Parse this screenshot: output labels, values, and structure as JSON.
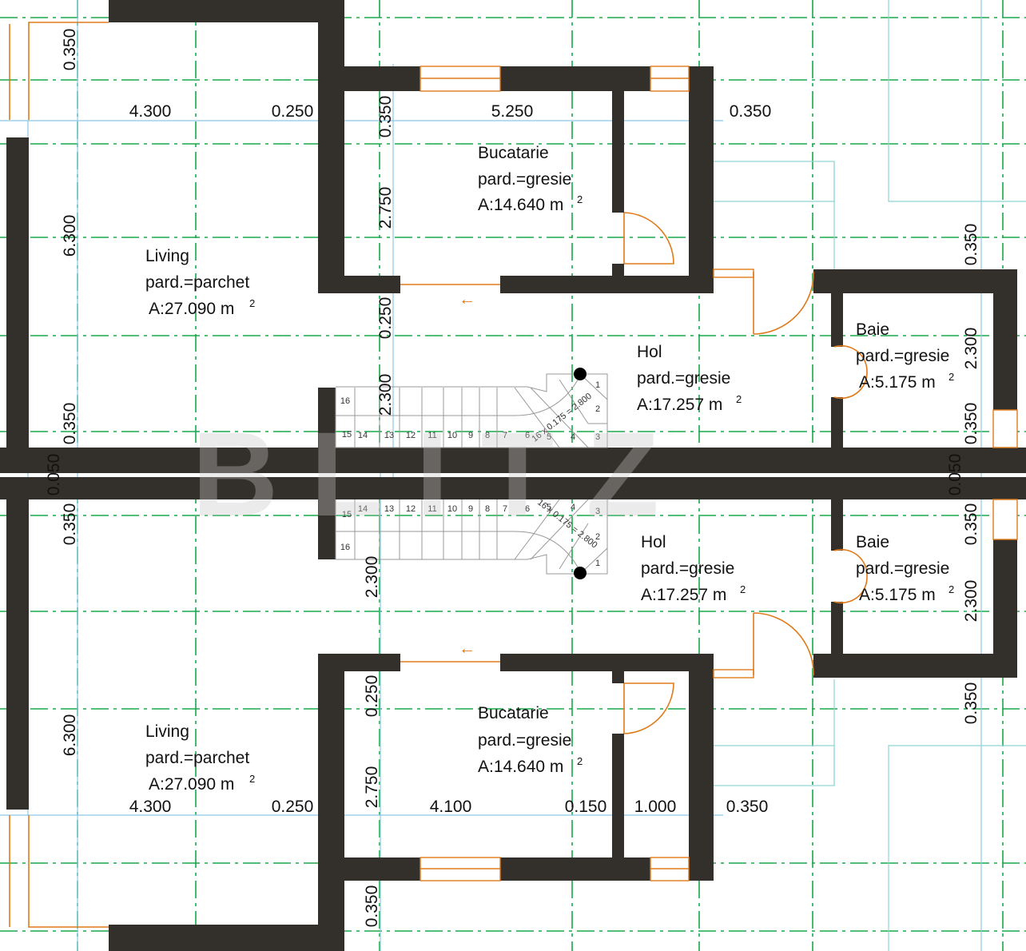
{
  "watermark": "BLITZ",
  "rooms": {
    "living_top": {
      "name": "Living",
      "floor": "pard.=parchet",
      "area": "A:27.090  m",
      "unit_exp": "2"
    },
    "bucatarie_top": {
      "name": "Bucatarie",
      "floor": "pard.=gresie",
      "area": "A:14.640  m",
      "unit_exp": "2"
    },
    "hol_top": {
      "name": "Hol",
      "floor": "pard.=gresie",
      "area": "A:17.257  m",
      "unit_exp": "2"
    },
    "baie_top": {
      "name": "Baie",
      "floor": "pard.=gresie",
      "area": "A:5.175  m",
      "unit_exp": "2"
    },
    "living_bot": {
      "name": "Living",
      "floor": "pard.=parchet",
      "area": "A:27.090  m",
      "unit_exp": "2"
    },
    "bucatarie_bot": {
      "name": "Bucatarie",
      "floor": "pard.=gresie",
      "area": "A:14.640  m",
      "unit_exp": "2"
    },
    "hol_bot": {
      "name": "Hol",
      "floor": "pard.=gresie",
      "area": "A:17.257  m",
      "unit_exp": "2"
    },
    "baie_bot": {
      "name": "Baie",
      "floor": "pard.=gresie",
      "area": "A:5.175  m",
      "unit_exp": "2"
    }
  },
  "dims_h": {
    "top_1": "4.300",
    "top_2": "0.250",
    "top_3": "5.250",
    "top_4": "0.350",
    "bot_1": "4.300",
    "bot_2": "0.250",
    "bot_3": "4.100",
    "bot_4": "0.150",
    "bot_5": "1.000",
    "bot_6": "0.350"
  },
  "dims_v": {
    "l_1": "0.350",
    "l_2": "6.300",
    "l_3": "0.350",
    "l_4": "0.050",
    "l_5": "0.350",
    "l_6": "6.300",
    "m_1": "0.350",
    "m_2": "2.750",
    "m_3": "0.250",
    "m_4": "2.300",
    "m_5": "2.300",
    "m_6": "0.250",
    "m_7": "2.750",
    "m_8": "0.350",
    "r_1": "0.350",
    "r_2": "2.300",
    "r_3": "0.350",
    "r_4": "0.050",
    "r_5": "0.350",
    "r_6": "2.300",
    "r_7": "0.350"
  },
  "stairs": {
    "top_steps": [
      "1",
      "2",
      "3",
      "4",
      "5",
      "6",
      "7",
      "8",
      "9",
      "10",
      "11",
      "12",
      "13",
      "14",
      "15",
      "16"
    ],
    "bot_steps": [
      "1",
      "2",
      "3",
      "4",
      "5",
      "6",
      "7",
      "8",
      "9",
      "10",
      "11",
      "12",
      "13",
      "14",
      "15",
      "16"
    ],
    "spec": "16 x 0.175 = 2.800"
  },
  "arrow": "←",
  "colors": {
    "wall": "#332f2a",
    "grid": "#1aa84a",
    "door": "#e07a1a",
    "dimension": "#8cc7e8"
  }
}
